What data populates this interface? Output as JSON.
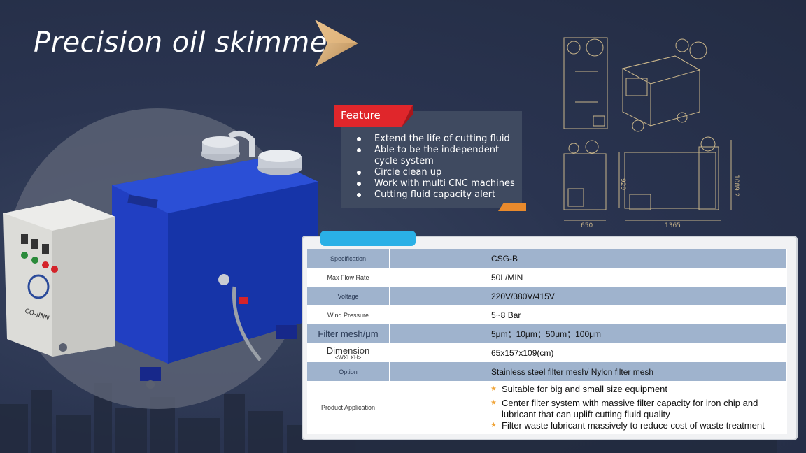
{
  "title": "Precision oil skimmer",
  "feature": {
    "heading": "Feature",
    "items": [
      "Extend the life of cutting fluid",
      "Able to be the independent cycle system",
      "Circle clean up",
      "Work with multi CNC machines",
      "Cutting fluid capacity alert"
    ]
  },
  "machine": {
    "brand": "CO-JINN"
  },
  "drawing": {
    "dim_height": "1089.2",
    "dim_mid": "929",
    "dim_width1": "650",
    "dim_width2": "1365"
  },
  "spec_table": {
    "rows": [
      {
        "label": "Specification",
        "value": "CSG-B"
      },
      {
        "label": "Max Flow Rate",
        "value": "50L/MIN"
      },
      {
        "label": "Voltage",
        "value": "220V/380V/415V"
      },
      {
        "label": "Wind Pressure",
        "value": "5~8 Bar"
      },
      {
        "label": "Filter mesh/μm",
        "value": "5μm；10μm；50μm；100μm"
      },
      {
        "label": "Dimension",
        "sub": "<WXLXH>",
        "value": "65x157x109(cm)"
      },
      {
        "label": "Option",
        "value": "Stainless steel filter mesh/ Nylon filter mesh"
      },
      {
        "label": "Product Application",
        "items": [
          "Suitable for big and small size equipment",
          "Center filter system with massive filter capacity for iron chip and lubricant that can uplift cutting fluid quality",
          "Filter waste lubricant massively to reduce cost of waste treatment"
        ]
      }
    ]
  },
  "colors": {
    "accent_orange": "#e98a2c",
    "feature_red": "#e0262b",
    "tab_blue": "#2ab0e6",
    "row_blue": "#9fb3cd",
    "machine_blue": "#1f3fbf"
  }
}
